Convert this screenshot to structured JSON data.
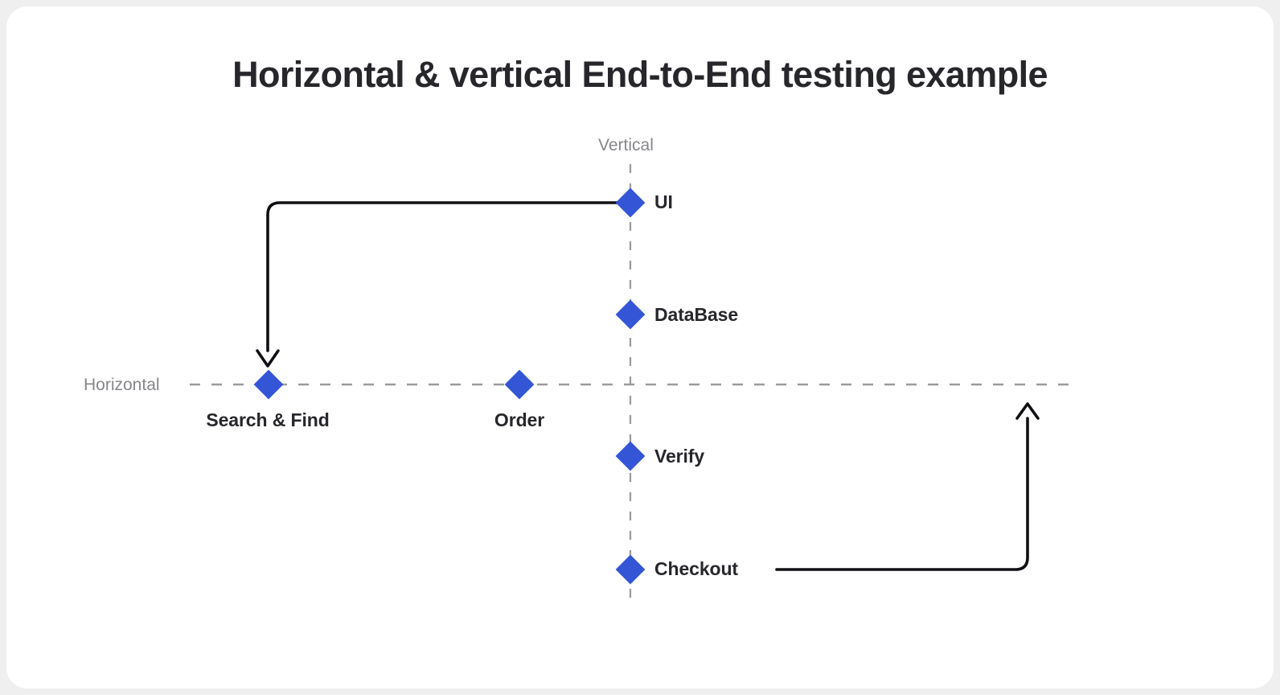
{
  "page": {
    "title": "Horizontal & vertical End-to-End testing example",
    "background_color": "#efefef",
    "card_color": "#ffffff"
  },
  "colors": {
    "accent_blue": "#3355d6",
    "axis_gray": "#9a9a9e",
    "caption_gray": "#86868b",
    "text_dark": "#26262b",
    "connector_black": "#101014"
  },
  "diagram": {
    "type": "quadrant-axes",
    "axes": [
      {
        "id": "vertical",
        "caption": "Vertical",
        "orientation": "vertical",
        "style": "dashed"
      },
      {
        "id": "horizontal",
        "caption": "Horizontal",
        "orientation": "horizontal",
        "style": "dashed"
      }
    ],
    "nodes": [
      {
        "id": "ui",
        "label": "UI",
        "axis": "vertical",
        "label_position": "right",
        "marker": "diamond"
      },
      {
        "id": "database",
        "label": "DataBase",
        "axis": "vertical",
        "label_position": "right",
        "marker": "diamond"
      },
      {
        "id": "verify",
        "label": "Verify",
        "axis": "vertical",
        "label_position": "right",
        "marker": "diamond"
      },
      {
        "id": "checkout",
        "label": "Checkout",
        "axis": "vertical",
        "label_position": "right",
        "marker": "diamond"
      },
      {
        "id": "search",
        "label": "Search & Find",
        "axis": "horizontal",
        "label_position": "below",
        "marker": "diamond"
      },
      {
        "id": "order",
        "label": "Order",
        "axis": "horizontal",
        "label_position": "below",
        "marker": "diamond"
      }
    ],
    "connectors": [
      {
        "id": "ui-to-search",
        "from": "ui",
        "to": "search",
        "style": "elbow",
        "arrow": "down"
      },
      {
        "id": "checkout-to-axis",
        "from": "checkout",
        "to": "horizontal",
        "style": "elbow",
        "arrow": "up"
      }
    ]
  }
}
